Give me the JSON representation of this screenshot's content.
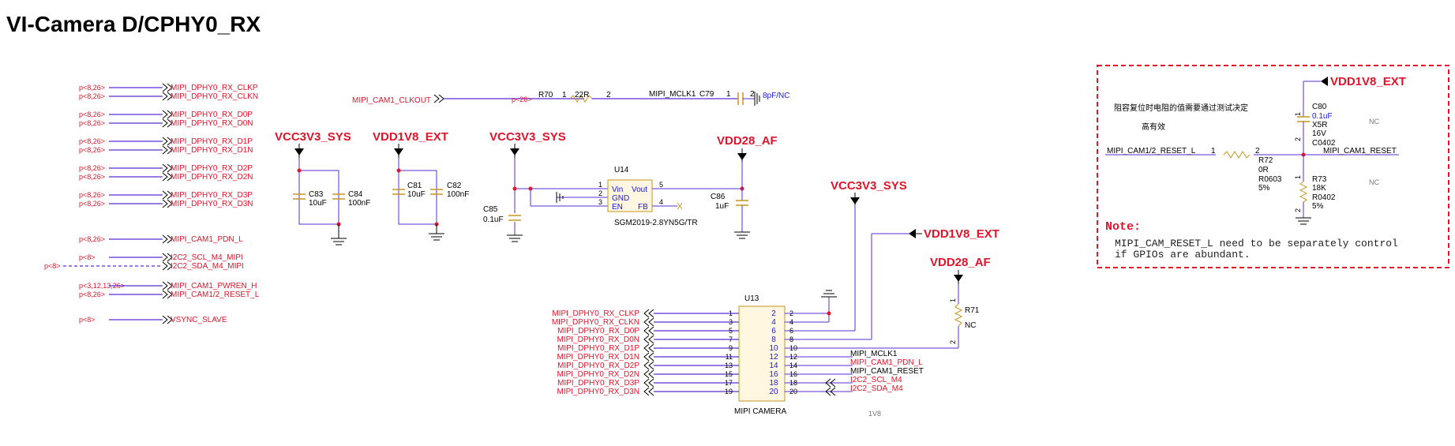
{
  "title": "VI-Camera D/CPHY0_RX",
  "colors": {
    "wire": "#5a2dd6",
    "text_red": "#e0142a",
    "text_blue": "#1a1ad6",
    "cap": "#c8961e",
    "black": "#000000",
    "note_border": "#e0142a"
  },
  "left_nets": [
    {
      "ref": "p<8,26>",
      "net": "MIPI_DPHY0_RX_CLKP"
    },
    {
      "ref": "p<8,26>",
      "net": "MIPI_DPHY0_RX_CLKN"
    },
    {
      "ref": "p<8,26>",
      "net": "MIPI_DPHY0_RX_D0P"
    },
    {
      "ref": "p<8,26>",
      "net": "MIPI_DPHY0_RX_D0N"
    },
    {
      "ref": "p<8,26>",
      "net": "MIPI_DPHY0_RX_D1P"
    },
    {
      "ref": "p<8,26>",
      "net": "MIPI_DPHY0_RX_D1N"
    },
    {
      "ref": "p<8,26>",
      "net": "MIPI_DPHY0_RX_D2P"
    },
    {
      "ref": "p<8,26>",
      "net": "MIPI_DPHY0_RX_D2N"
    },
    {
      "ref": "p<8,26>",
      "net": "MIPI_DPHY0_RX_D3P"
    },
    {
      "ref": "p<8,26>",
      "net": "MIPI_DPHY0_RX_D3N"
    },
    {
      "ref": "p<8,26>",
      "net": "MIPI_CAM1_PDN_L"
    },
    {
      "ref": "p<8>",
      "net": "I2C2_SCL_M4_MIPI"
    },
    {
      "ref": "p<8>",
      "net": "I2C2_SDA_M4_MIPI"
    },
    {
      "ref": "p<3,12,13,26>",
      "net": "MIPI_CAM1_PWREN_H"
    },
    {
      "ref": "p<8,26>",
      "net": "MIPI_CAM1/2_RESET_L"
    },
    {
      "ref": "p<8>",
      "net": "VSYNC_SLAVE"
    }
  ],
  "clkout": {
    "net": "MIPI_CAM1_CLKOUT",
    "ref": "p<26>",
    "res_ref": "R70",
    "res_val": "22R",
    "pin1": "1",
    "pin2": "2",
    "net2": "MIPI_MCLK1",
    "cap_ref": "C79",
    "cap_val": "8pF/NC"
  },
  "rails": {
    "vcc33": "VCC3V3_SYS",
    "vdd18": "VDD1V8_EXT",
    "vdd28": "VDD28_AF"
  },
  "caps": {
    "c83": {
      "ref": "C83",
      "val": "10uF"
    },
    "c84": {
      "ref": "C84",
      "val": "100nF"
    },
    "c81": {
      "ref": "C81",
      "val": "10uF"
    },
    "c82": {
      "ref": "C82",
      "val": "100nF"
    },
    "c85": {
      "ref": "C85",
      "val": "0.1uF"
    },
    "c86": {
      "ref": "C86",
      "val": "1uF"
    }
  },
  "ldo": {
    "ref": "U14",
    "part": "SGM2019-2.8YN5G/TR",
    "vin": "Vin",
    "gnd": "GND",
    "en": "EN",
    "vout": "Vout",
    "fb": "FB",
    "p1": "1",
    "p2": "2",
    "p3": "3",
    "p4": "4",
    "p5": "5"
  },
  "connector": {
    "ref": "U13",
    "name": "MIPI CAMERA",
    "supply_note": "1V8",
    "left_nets": [
      "MIPI_DPHY0_RX_CLKP",
      "MIPI_DPHY0_RX_CLKN",
      "MIPI_DPHY0_RX_D0P",
      "MIPI_DPHY0_RX_D0N",
      "MIPI_DPHY0_RX_D1P",
      "MIPI_DPHY0_RX_D1N",
      "MIPI_DPHY0_RX_D2P",
      "MIPI_DPHY0_RX_D2N",
      "MIPI_DPHY0_RX_D3P",
      "MIPI_DPHY0_RX_D3N"
    ],
    "odd_pins": [
      "1",
      "3",
      "5",
      "7",
      "9",
      "11",
      "13",
      "15",
      "17",
      "19"
    ],
    "even_pins": [
      "2",
      "4",
      "6",
      "8",
      "10",
      "12",
      "14",
      "16",
      "18",
      "20"
    ],
    "right_nets": [
      "MIPI_MCLK1",
      "MIPI_CAM1_PDN_L",
      "MIPI_CAM1_RESET",
      "I2C2_SCL_M4",
      "I2C2_SDA_M4"
    ]
  },
  "r71": {
    "ref": "R71",
    "val": "NC",
    "p1": "1",
    "p2": "2"
  },
  "reset_box": {
    "note_cn": "阻容复位时电阻的值需要通过测试决定",
    "note_cn2": "高有效",
    "in_net": "MIPI_CAM1/2_RESET_L",
    "out_net": "MIPI_CAM1_RESET",
    "r72": {
      "ref": "R72",
      "val": "0R",
      "pkg": "R0603",
      "tol": "5%",
      "p1": "1",
      "p2": "2"
    },
    "c80": {
      "ref": "C80",
      "val": "0.1uF",
      "diel": "X5R",
      "volt": "16V",
      "pkg": "C0402",
      "p1": "1",
      "p2": "2",
      "nc": "NC"
    },
    "r73": {
      "ref": "R73",
      "val": "18K",
      "pkg": "R0402",
      "tol": "5%",
      "p1": "1",
      "p2": "2",
      "nc": "NC"
    },
    "note_label": "Note:",
    "note_line1": "MIPI_CAM_RESET_L need to be separately control",
    "note_line2": "if GPIOs are abundant."
  }
}
